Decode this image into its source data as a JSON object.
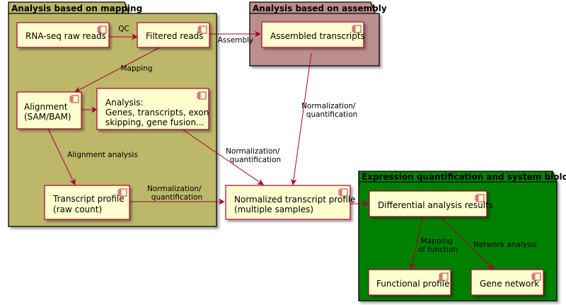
{
  "colors": {
    "component_fill": "#fefece",
    "component_border": "#a80036",
    "edge": "#a80036",
    "package_mapping": "#bdb76b",
    "package_assembly": "#bc8f8f",
    "package_expression": "#008000"
  },
  "packages": {
    "mapping": {
      "title": "Analysis based on mapping"
    },
    "assembly": {
      "title": "Analysis based on assembly"
    },
    "expression": {
      "title": "Expression quantification and system biology"
    }
  },
  "components": {
    "raw_reads": {
      "lines": [
        "RNA-seq raw reads"
      ],
      "icon": "component-icon"
    },
    "filtered_reads": {
      "lines": [
        "Filtered reads"
      ],
      "icon": "component-icon"
    },
    "assembled_transcripts": {
      "lines": [
        "Assembled transcripts"
      ],
      "icon": "component-icon"
    },
    "alignment": {
      "lines": [
        "Alignment",
        "(SAM/BAM)"
      ],
      "icon": "component-icon"
    },
    "analysis": {
      "lines": [
        "Analysis:",
        "Genes, transcripts, exon",
        "skipping, gene fusion..."
      ],
      "icon": "component-icon"
    },
    "transcript_profile": {
      "lines": [
        "Transcript profile",
        "(raw count)"
      ],
      "icon": "component-icon"
    },
    "normalized_profile": {
      "lines": [
        "Normalized transcript profile",
        "(multiple samples)"
      ],
      "icon": "component-icon"
    },
    "differential": {
      "lines": [
        "Differential analysis results"
      ],
      "icon": "component-icon"
    },
    "functional": {
      "lines": [
        "Functional profile"
      ],
      "icon": "component-icon"
    },
    "gene_network": {
      "lines": [
        "Gene network"
      ],
      "icon": "component-icon"
    }
  },
  "edges": {
    "qc": {
      "lines": [
        "QC"
      ]
    },
    "assembly": {
      "lines": [
        "Assembly"
      ]
    },
    "mapping": {
      "lines": [
        "Mapping"
      ]
    },
    "alignment_to_analysis": {
      "lines": []
    },
    "alignment_analysis": {
      "lines": [
        "Alignment analysis"
      ]
    },
    "norm_assembled": {
      "lines": [
        "Normalization/",
        "quantification"
      ]
    },
    "norm_analysis": {
      "lines": [
        "Normalization/",
        "quantification"
      ]
    },
    "norm_profile": {
      "lines": [
        "Normalization/",
        "quantification"
      ]
    },
    "to_differential": {
      "lines": []
    },
    "mapping_of_function": {
      "lines": [
        "Mapping",
        "of function"
      ]
    },
    "network_analysis": {
      "lines": [
        "Network analysis"
      ]
    }
  }
}
